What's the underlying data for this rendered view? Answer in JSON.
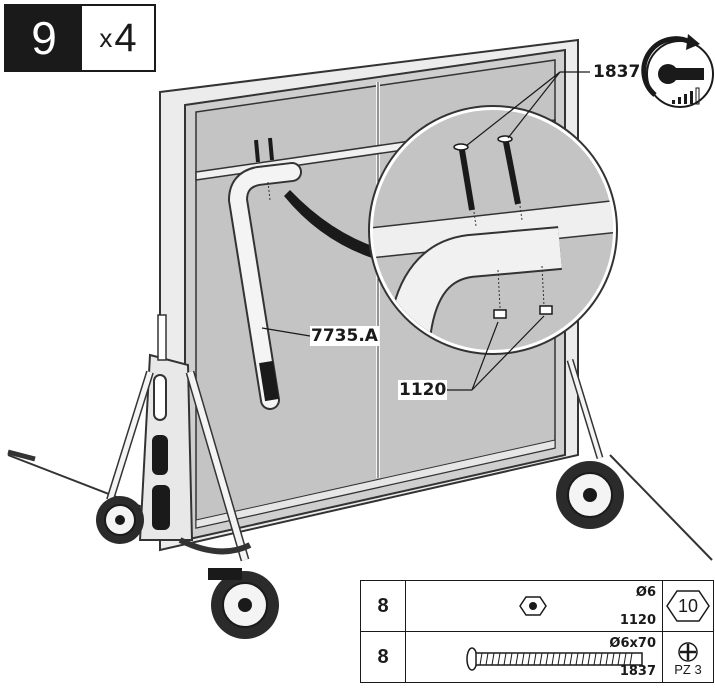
{
  "step": {
    "number": "9",
    "multiplier_x": "x",
    "multiplier_n": "4"
  },
  "callouts": {
    "screw_ref": "1837",
    "leg_ref": "7735.A",
    "nut_ref": "1120"
  },
  "tool": {
    "icon": "screwdriver-rotate-icon",
    "power_level": "low"
  },
  "hardware": {
    "rows": [
      {
        "qty": "8",
        "icon": "nut-icon",
        "dimension": "Ø6",
        "ref": "1120",
        "tool_label": "10"
      },
      {
        "qty": "8",
        "icon": "screw-icon",
        "dimension": "Ø6x70",
        "ref": "1837",
        "tool_label": "PZ 3"
      }
    ]
  }
}
